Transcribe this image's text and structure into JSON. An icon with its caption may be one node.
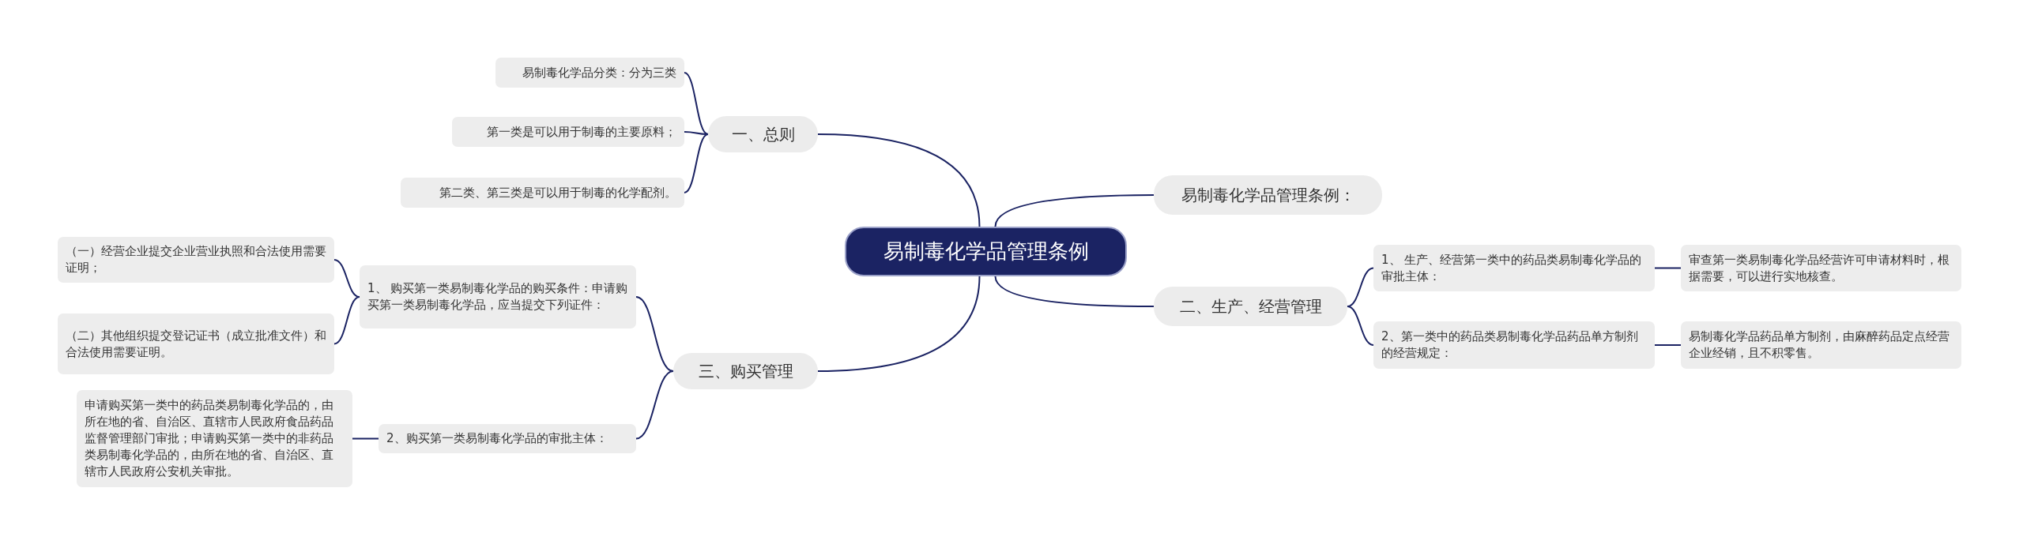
{
  "diagram": {
    "nodes": [
      {
        "text": [
          "易制毒化学品管理条例"
        ]
      },
      {
        "text": [
          "一、总则"
        ]
      },
      {
        "text": [
          "易制毒化学品分类：分为三类"
        ]
      },
      {
        "text": [
          "第一类是可以用于制毒的主要原料；"
        ]
      },
      {
        "text": [
          "第二类、第三类是可以用于制毒的化学配剂。"
        ]
      },
      {
        "text": [
          "易制毒化学品管理条例："
        ]
      },
      {
        "text": [
          "二、生产、经营管理"
        ]
      },
      {
        "text": [
          "1、 生产、经营第一类中的药品类易制毒化学品的审批主体："
        ]
      },
      {
        "text": [
          "审查第一类易制毒化学品经营许可申请材料时，根据需要，可以进行实地核查。"
        ]
      },
      {
        "text": [
          "2、第一类中的药品类易制毒化学品药品单方制剂的经营规定："
        ]
      },
      {
        "text": [
          "易制毒化学品药品单方制剂，由麻醉药品定点经营企业经销，且不积零售。"
        ]
      },
      {
        "text": [
          "三、购买管理"
        ]
      },
      {
        "text": [
          "1、 购买第一类易制毒化学品的购买条件：申请购买第一类易制毒化学品，应当提交下列证件："
        ]
      },
      {
        "text": [
          "（一）经营企业提交企业营业执照和合法使用需要证明；"
        ]
      },
      {
        "text": [
          "（二）其他组织提交登记证书（成立批准文件）和合法使用需要证明。"
        ]
      },
      {
        "text": [
          "2、购买第一类易制毒化学品的审批主体："
        ]
      },
      {
        "text": [
          "申请购买第一类中的药品类易制毒化学品的，由所在地的省、自治区、直辖市人民政府食品药品监督管理部门审批；申请购买第一类中的非药品类易制毒化学品的，由所在地的省、自治区、直辖市人民政府公安机关审批。"
        ]
      }
    ],
    "edges": [
      {
        "from": 0,
        "to": 1,
        "arrow": "none"
      },
      {
        "from": 1,
        "to": 2,
        "arrow": "none"
      },
      {
        "from": 1,
        "to": 3,
        "arrow": "none"
      },
      {
        "from": 1,
        "to": 4,
        "arrow": "none"
      },
      {
        "from": 0,
        "to": 5,
        "arrow": "none"
      },
      {
        "from": 0,
        "to": 6,
        "arrow": "none"
      },
      {
        "from": 6,
        "to": 7,
        "arrow": "none"
      },
      {
        "from": 7,
        "to": 8,
        "arrow": "none"
      },
      {
        "from": 6,
        "to": 9,
        "arrow": "none"
      },
      {
        "from": 9,
        "to": 10,
        "arrow": "none"
      },
      {
        "from": 0,
        "to": 11,
        "arrow": "none"
      },
      {
        "from": 11,
        "to": 12,
        "arrow": "none"
      },
      {
        "from": 12,
        "to": 13,
        "arrow": "none"
      },
      {
        "from": 12,
        "to": 14,
        "arrow": "none"
      },
      {
        "from": 11,
        "to": 15,
        "arrow": "none"
      },
      {
        "from": 15,
        "to": 16,
        "arrow": "none"
      }
    ]
  }
}
